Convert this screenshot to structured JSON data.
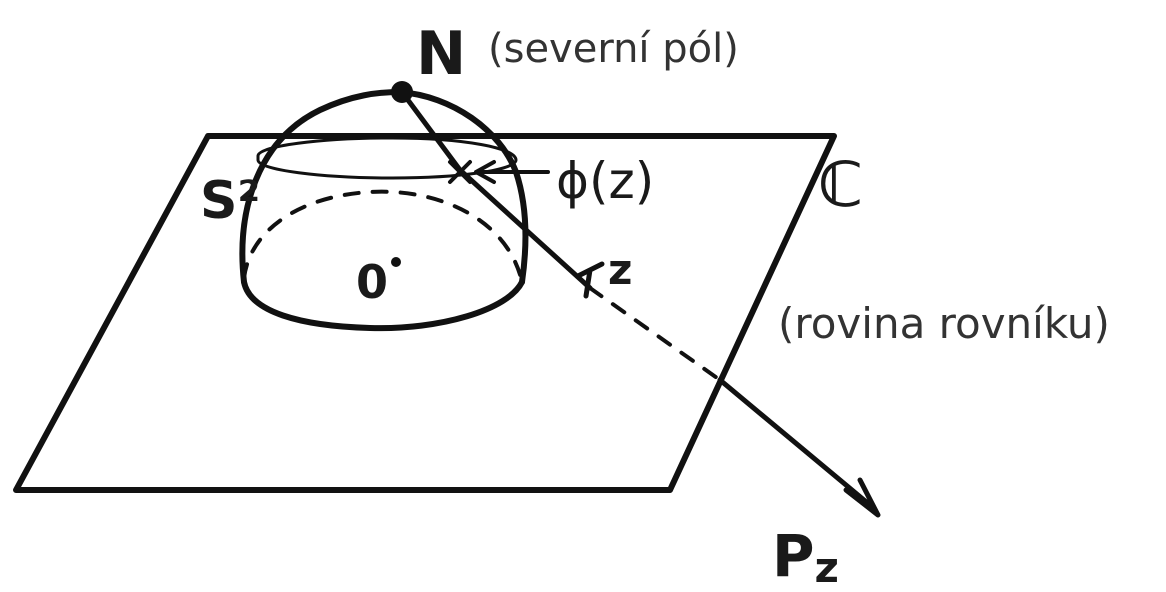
{
  "labels": {
    "north_pole": "N",
    "north_pole_note": "(severní pól)",
    "sphere": "S²",
    "phi_z": "ϕ(z)",
    "complex_plane": "ℂ",
    "plane_note": "(rovina rovníku)",
    "origin": "0",
    "point_z": "z",
    "ray": "P",
    "ray_subscript": "z"
  },
  "colors": {
    "ink": "#111111",
    "background": "#ffffff"
  }
}
